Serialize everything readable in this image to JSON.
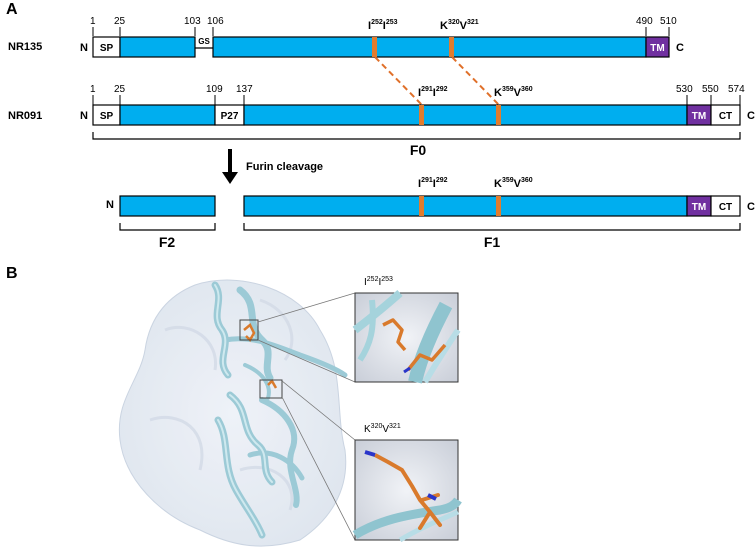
{
  "panel_a": {
    "label": "A",
    "nr135": {
      "name": "NR135",
      "n": "N",
      "c": "C",
      "positions": [
        "1",
        "25",
        "103",
        "106",
        "490",
        "510"
      ],
      "domains": {
        "sp": "SP",
        "gs": "GS",
        "tm": "TM"
      },
      "site1": {
        "base1": "I",
        "sup1": "252",
        "base2": "I",
        "sup2": "253"
      },
      "site2": {
        "base1": "K",
        "sup1": "320",
        "base2": "V",
        "sup2": "321"
      }
    },
    "nr091": {
      "name": "NR091",
      "n": "N",
      "c": "C",
      "positions": [
        "1",
        "25",
        "109",
        "137",
        "530",
        "550",
        "574"
      ],
      "domains": {
        "sp": "SP",
        "p27": "P27",
        "tm": "TM",
        "ct": "CT"
      },
      "site1": {
        "base1": "I",
        "sup1": "291",
        "base2": "I",
        "sup2": "292"
      },
      "site2": {
        "base1": "K",
        "sup1": "359",
        "base2": "V",
        "sup2": "360"
      }
    },
    "f0_label": "F0",
    "cleavage_label": "Furin cleavage",
    "cleaved": {
      "n": "N",
      "c": "C",
      "tm": "TM",
      "ct": "CT",
      "site1": {
        "base1": "I",
        "sup1": "291",
        "base2": "I",
        "sup2": "292"
      },
      "site2": {
        "base1": "K",
        "sup1": "359",
        "base2": "V",
        "sup2": "360"
      },
      "f2_label": "F2",
      "f1_label": "F1"
    },
    "colors": {
      "domain": "#00aeef",
      "mutation": "#e27c2e",
      "tm": "#7030a0",
      "dash": "#e0702a"
    }
  },
  "panel_b": {
    "label": "B",
    "inset1": {
      "base1": "I",
      "sup1": "252",
      "base2": "I",
      "sup2": "253"
    },
    "inset2": {
      "base1": "K",
      "sup1": "320",
      "base2": "V",
      "sup2": "321"
    },
    "colors": {
      "surface": "#e6ecf4",
      "ribbon": "#b8dde6",
      "residue": "#d97a2c",
      "nitrogen": "#2a35c9"
    }
  }
}
